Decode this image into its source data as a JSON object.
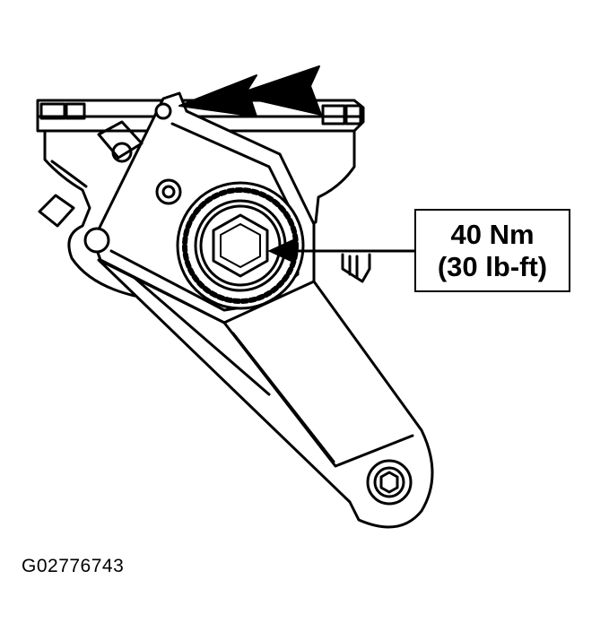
{
  "callout": {
    "torque_nm": "40 Nm",
    "torque_lbft": "(30 lb-ft)"
  },
  "figure_id": "G02776743",
  "colors": {
    "line": "#000000",
    "fill": "#ffffff"
  }
}
